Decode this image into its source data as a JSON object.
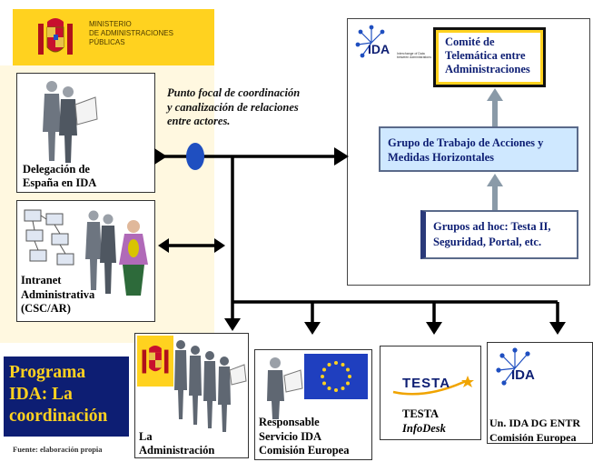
{
  "ministry": {
    "lines": [
      "MINISTERIO",
      "DE ADMINISTRACIONES",
      "PÚBLICAS"
    ]
  },
  "focal_note": {
    "lines": [
      "Punto focal de coordinación",
      "y canalización de relaciones",
      "entre actores."
    ]
  },
  "delegacion": {
    "lines": [
      "Delegación de",
      "España en IDA"
    ]
  },
  "intranet": {
    "lines": [
      "Intranet",
      "Administrativa",
      "(CSC/AR)"
    ]
  },
  "ida_panel": {
    "logo_text": "IDA",
    "logo_sub": "Interchange of Data between Administrations",
    "comite_lines": [
      "Comité de",
      "Telemática entre",
      "Administraciones"
    ],
    "grupo_trabajo_lines": [
      "Grupo de Trabajo de Acciones y",
      "Medidas Horizontales"
    ],
    "grupos_adhoc_lines": [
      "Grupos ad hoc: Testa II,",
      "Seguridad, Portal, etc."
    ]
  },
  "programa": {
    "lines": [
      "Programa",
      "IDA: La",
      "coordinación"
    ]
  },
  "fuente": "Fuente: elaboración propia",
  "bottom_boxes": {
    "administracion": {
      "lines": [
        "La",
        "Administración"
      ]
    },
    "responsable": {
      "lines": [
        "Responsable",
        "Servicio IDA",
        "Comisión Europea"
      ]
    },
    "testa": {
      "logo": "TESTA",
      "lines": [
        "TESTA",
        "InfoDesk"
      ]
    },
    "un_ida": {
      "logo": "IDA",
      "lines": [
        "Un. IDA DG ENTR",
        "Comisión Europea"
      ]
    }
  },
  "colors": {
    "ministry_yellow": "#ffd21f",
    "programa_bg": "#0d1e73",
    "programa_text": "#ffd21f",
    "blue_accent": "#1f2a7a",
    "light_blue": "#cfe8ff",
    "arrow_grey": "#8a9aa8",
    "focal_ellipse": "#1f4fc0"
  }
}
